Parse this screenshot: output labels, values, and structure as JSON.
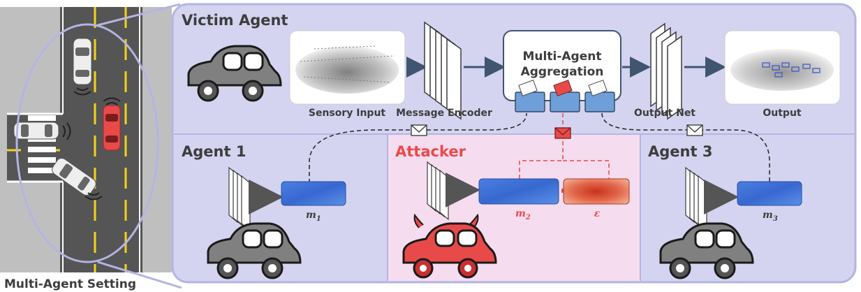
{
  "victim": {
    "title": "Victim Agent"
  },
  "pipeline": {
    "sensory_input": "Sensory Input",
    "message_encoder": "Message Encoder",
    "aggregation_line1": "Multi-Agent",
    "aggregation_line2": "Aggregation",
    "output_net": "Output Net",
    "output": "Output"
  },
  "agent1": {
    "title": "Agent 1",
    "message": "m",
    "message_sub": "1"
  },
  "attacker": {
    "title": "Attacker",
    "message": "m",
    "message_sub": "2",
    "perturbation": "ε"
  },
  "agent3": {
    "title": "Agent 3",
    "message": "m",
    "message_sub": "3"
  },
  "setting": {
    "caption": "Multi-Agent Setting"
  },
  "colors": {
    "panel_fill": "#d4d4f0",
    "attacker_fill": "#f6dcef",
    "attacker_red": "#e84a4a",
    "message_blue": "#3d6fd6",
    "folder_blue": "#6f9fd8",
    "road": "#555555",
    "lane_yellow": "#f2d21b"
  }
}
